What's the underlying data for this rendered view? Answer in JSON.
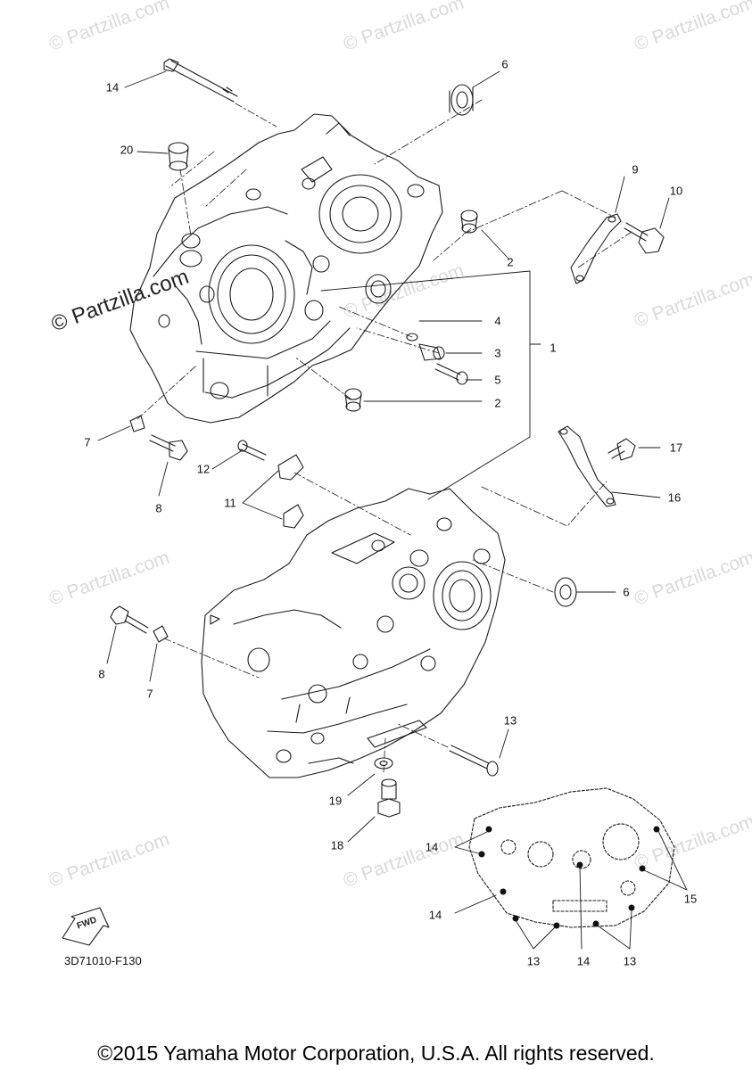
{
  "watermark": "© Partzilla.com",
  "diagram_code": "3D71010-F130",
  "fwd_label": "FWD",
  "copyright": "©2015 Yamaha Motor Corporation, U.S.A. All rights reserved.",
  "callouts": {
    "c1": "1",
    "c2a": "2",
    "c2b": "2",
    "c3": "3",
    "c4": "4",
    "c5": "5",
    "c6a": "6",
    "c6b": "6",
    "c7a": "7",
    "c7b": "7",
    "c8a": "8",
    "c8b": "8",
    "c9": "9",
    "c10": "10",
    "c11": "11",
    "c12": "12",
    "c13a": "13",
    "c13b": "13",
    "c13c": "13",
    "c14a": "14",
    "c14b": "14",
    "c14c": "14",
    "c14d": "14",
    "c15": "15",
    "c16": "16",
    "c17": "17",
    "c18": "18",
    "c19": "19",
    "c20": "20"
  }
}
